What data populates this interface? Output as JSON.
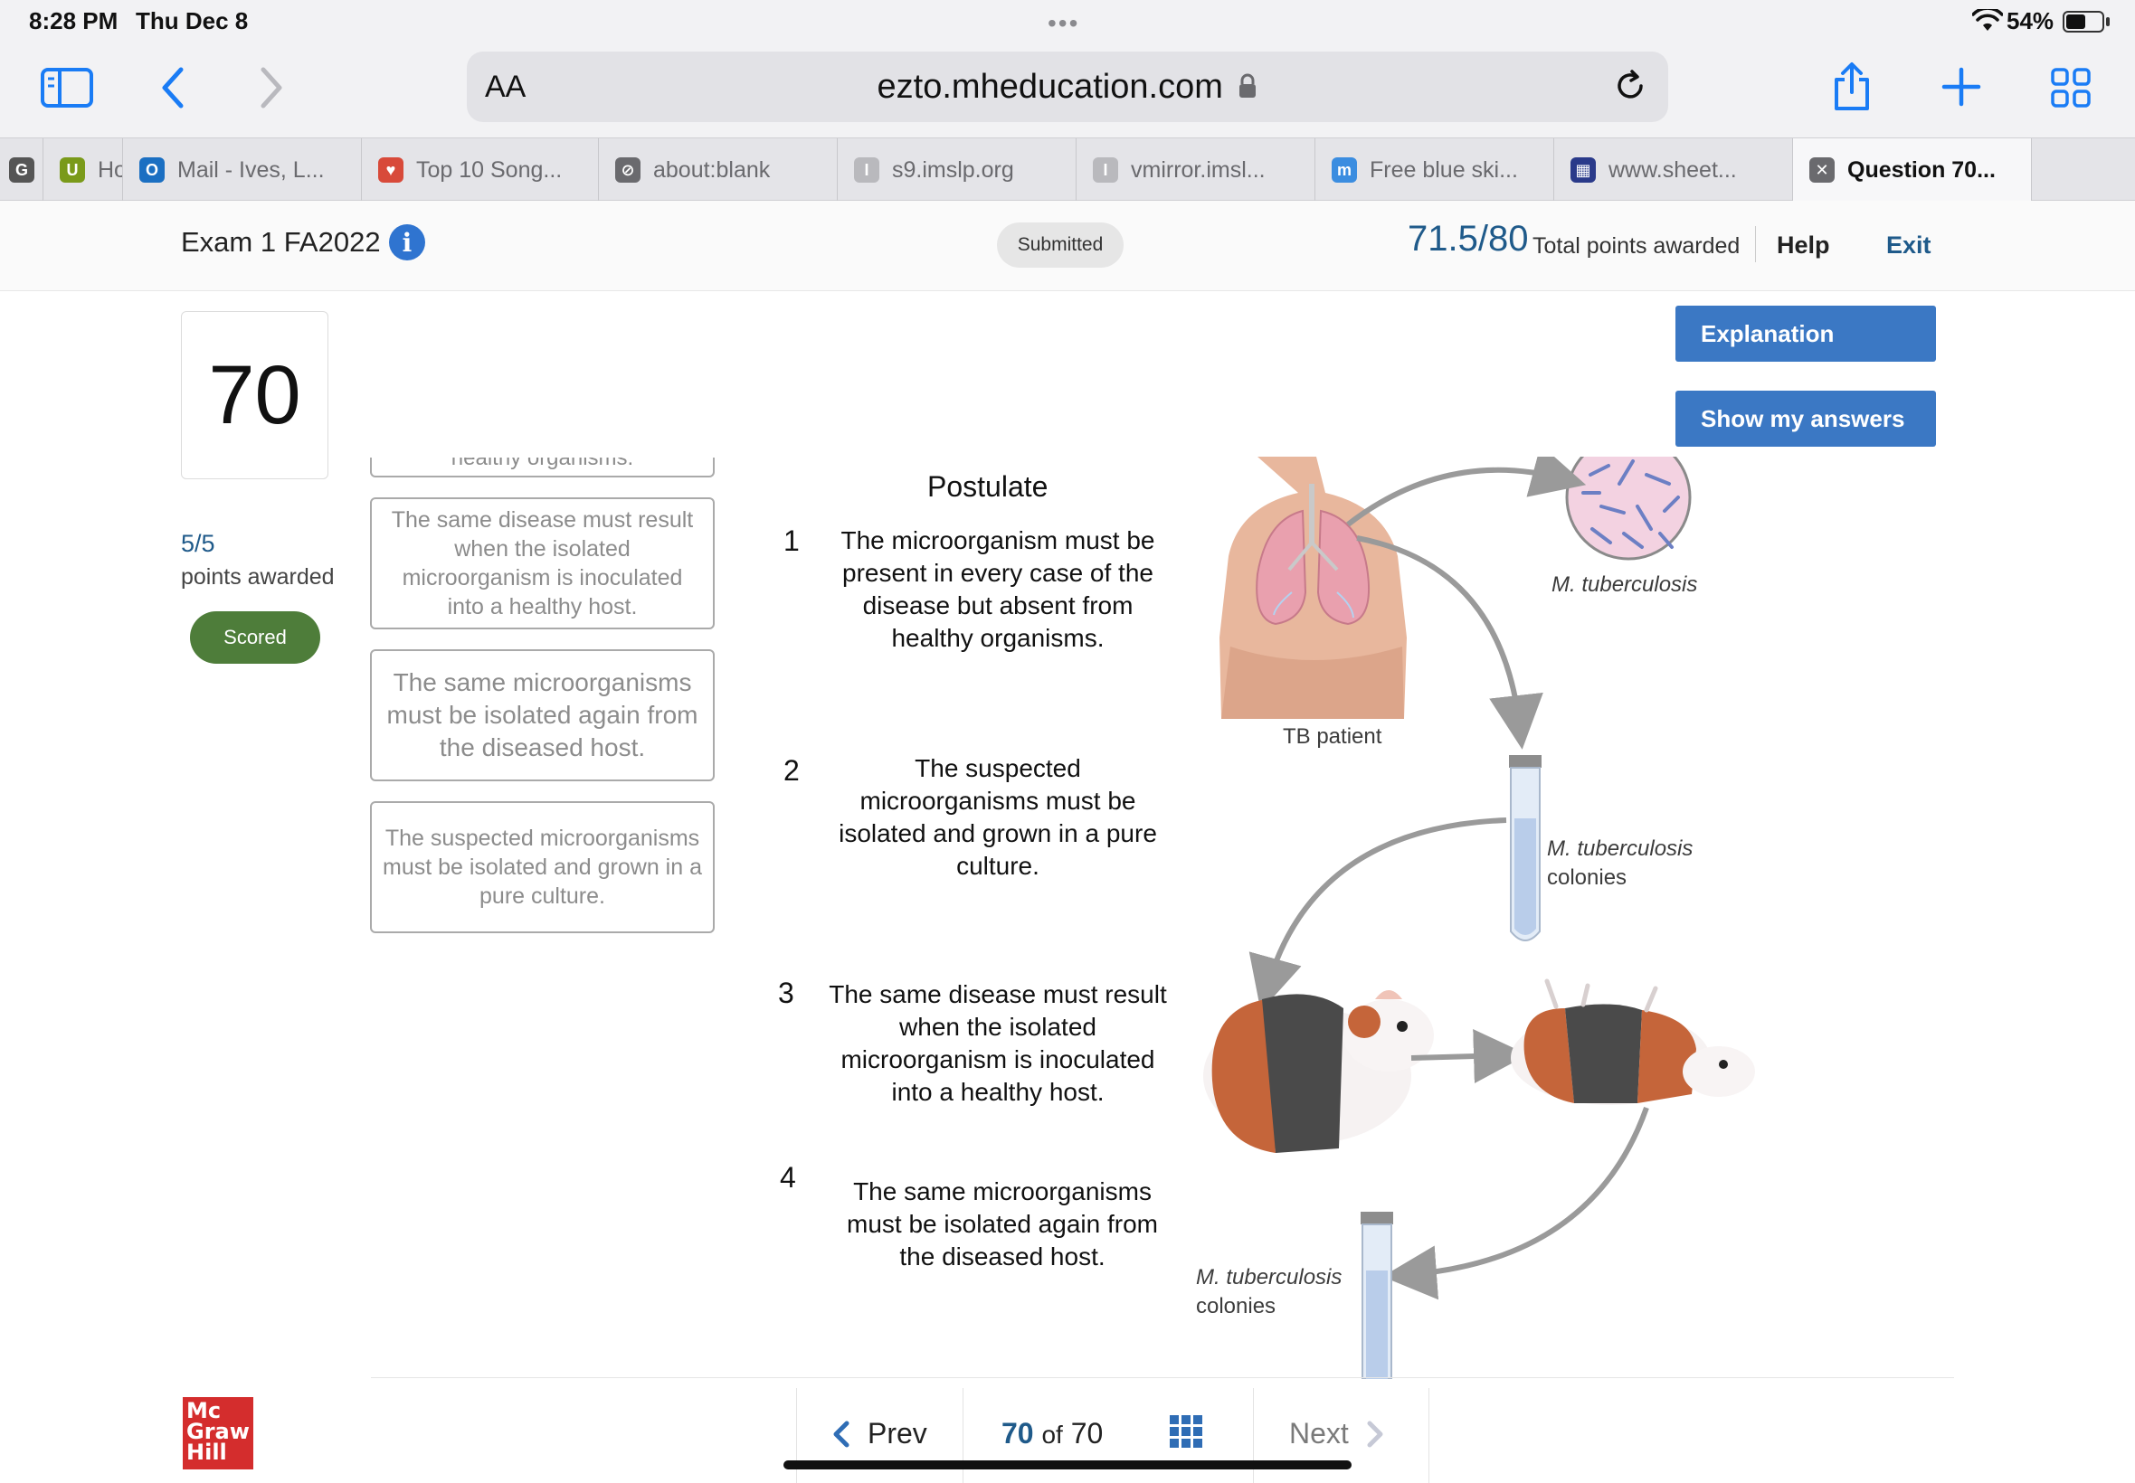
{
  "status_bar": {
    "time": "8:28 PM",
    "date": "Thu Dec 8",
    "battery": "54%",
    "battery_level": 0.54
  },
  "browser": {
    "aa_label": "AA",
    "url": "ezto.mheducation.com",
    "tabs": [
      {
        "label": "",
        "favicon": "G",
        "favicon_color": "#555555"
      },
      {
        "label": "Home",
        "favicon": "U",
        "favicon_color": "#7a9a1a"
      },
      {
        "label": "Mail - Ives, L...",
        "favicon": "O",
        "favicon_color": "#1b6fc2"
      },
      {
        "label": "Top 10 Song...",
        "favicon": "♥",
        "favicon_color": "#d84a3a"
      },
      {
        "label": "about:blank",
        "favicon": "⊘",
        "favicon_color": "#6a6a6e"
      },
      {
        "label": "s9.imslp.org",
        "favicon": "I",
        "favicon_color": "#b9b9bd"
      },
      {
        "label": "vmirror.imsl...",
        "favicon": "I",
        "favicon_color": "#b9b9bd"
      },
      {
        "label": "Free blue ski...",
        "favicon": "m",
        "favicon_color": "#3b8de0"
      },
      {
        "label": "www.sheet...",
        "favicon": "▦",
        "favicon_color": "#2a3a8a"
      },
      {
        "label": "Question 70...",
        "favicon": "✕",
        "favicon_color": "#6a6a6e",
        "active": true
      }
    ]
  },
  "exam": {
    "title": "Exam 1 FA2022",
    "status": "Submitted",
    "score": "71.5/80",
    "score_label": "Total points awarded",
    "help": "Help",
    "exit": "Exit"
  },
  "question": {
    "number": "70",
    "points": "5/5",
    "points_label": "points awarded",
    "status": "Scored"
  },
  "buttons": {
    "explanation": "Explanation",
    "show_answers": "Show my answers"
  },
  "answer_cards": [
    "healthy organisms.",
    "The same disease must result when the isolated microorganism is inoculated into a healthy host.",
    "The same microorganisms must be isolated again from the diseased host.",
    "The suspected microorganisms must be isolated and grown in a pure culture."
  ],
  "postulates": {
    "title": "Postulate",
    "items": [
      {
        "num": "1",
        "text": "The microorganism must be present in every case of the disease but absent from healthy organisms."
      },
      {
        "num": "2",
        "text": "The suspected microorganisms must be isolated and grown in a pure culture."
      },
      {
        "num": "3",
        "text": "The same disease must result when the isolated microorganism is inoculated into a healthy host."
      },
      {
        "num": "4",
        "text": "The same microorganisms must be isolated again from the diseased host."
      }
    ]
  },
  "figure": {
    "organism": "M. tuberculosis",
    "colonies": "colonies",
    "patient": "TB patient"
  },
  "nav": {
    "prev": "Prev",
    "current": "70",
    "of": "of",
    "total": "70",
    "next": "Next",
    "logo_lines": [
      "Mc",
      "Graw",
      "Hill"
    ]
  }
}
